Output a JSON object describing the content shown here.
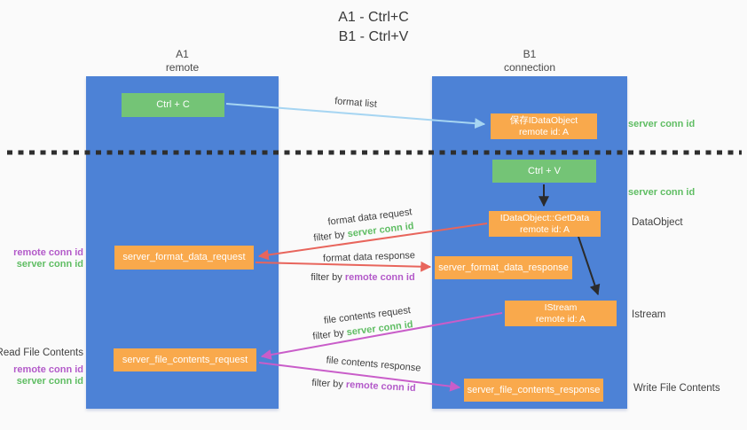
{
  "title": {
    "line1": "A1 - Ctrl+C",
    "line2": "B1 - Ctrl+V"
  },
  "lanes": {
    "left": {
      "name": "A1",
      "role": "remote"
    },
    "right": {
      "name": "B1",
      "role": "connection"
    }
  },
  "nodes": {
    "ctrl_c": "Ctrl + C",
    "ctrl_v": "Ctrl + V",
    "save_dataobject_line1": "保存IDataObject",
    "save_dataobject_line2": "remote id: A",
    "getdata_line1": "IDataObject::GetData",
    "getdata_line2": "remote id: A",
    "istream_line1": "IStream",
    "istream_line2": "remote id: A",
    "server_format_data_request": "server_format_data_request",
    "server_format_data_response": "server_format_data_response",
    "server_file_contents_request": "server_file_contents_request",
    "server_file_contents_response": "server_file_contents_response"
  },
  "arrow_labels": {
    "format_list": "format list",
    "format_data_request": "format data request",
    "format_data_response": "format data response",
    "file_contents_request": "file contents request",
    "file_contents_response": "file contents response",
    "filter_by": "filter by ",
    "server_conn_id": "server conn id",
    "remote_conn_id": "remote conn id"
  },
  "side_labels": {
    "server_conn_id": "server conn id",
    "remote_conn_id": "remote conn id",
    "dataobject": "DataObject",
    "istream": "Istream",
    "read_file_contents": "Read File Contents",
    "write_file_contents": "Write File Contents"
  },
  "colors": {
    "lane_blue": "#4d82d6",
    "node_green": "#74c476",
    "node_orange": "#f9a94c",
    "server_conn_green": "#5fbd63",
    "remote_conn_purple": "#b35ac9",
    "arrow_red": "#e8655c",
    "arrow_magenta": "#c95dc9",
    "arrow_lightblue": "#a6d5f2",
    "arrow_black": "#2b2b2b",
    "background": "#fafafa"
  }
}
